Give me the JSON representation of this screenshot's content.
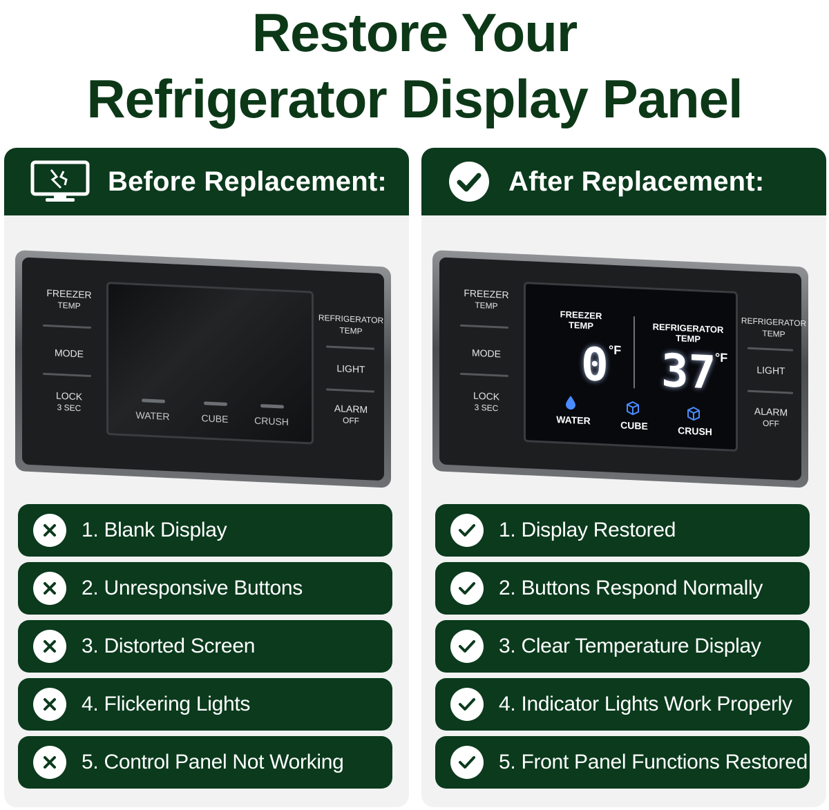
{
  "title": {
    "line1": "Restore Your",
    "line2": "Refrigerator Display Panel"
  },
  "before": {
    "heading": "Before Replacement:",
    "icon": "broken-monitor-icon",
    "panel": {
      "left_buttons": [
        {
          "label": "FREEZER",
          "sub": "TEMP"
        },
        {
          "label": "MODE",
          "sub": ""
        },
        {
          "label": "LOCK",
          "sub": "3 SEC"
        }
      ],
      "right_buttons": [
        {
          "label": "REFRIGERATOR",
          "sub": "TEMP"
        },
        {
          "label": "LIGHT",
          "sub": ""
        },
        {
          "label": "ALARM",
          "sub": "OFF"
        }
      ],
      "indicators": [
        "WATER",
        "CUBE",
        "CRUSH"
      ]
    },
    "items": [
      "1. Blank Display",
      "2. Unresponsive Buttons",
      "3. Distorted Screen",
      "4. Flickering Lights",
      "5. Control Panel Not Working"
    ],
    "item_icon": "x-icon"
  },
  "after": {
    "heading": "After Replacement:",
    "icon": "check-circle-icon",
    "panel": {
      "left_buttons": [
        {
          "label": "FREEZER",
          "sub": "TEMP"
        },
        {
          "label": "MODE",
          "sub": ""
        },
        {
          "label": "LOCK",
          "sub": "3 SEC"
        }
      ],
      "right_buttons": [
        {
          "label": "REFRIGERATOR",
          "sub": "TEMP"
        },
        {
          "label": "LIGHT",
          "sub": ""
        },
        {
          "label": "ALARM",
          "sub": "OFF"
        }
      ],
      "screen": {
        "freezer_label": "FREEZER",
        "freezer_sub": "TEMP",
        "freezer_value": "0",
        "fridge_label": "REFRIGERATOR",
        "fridge_sub": "TEMP",
        "fridge_value": "37",
        "unit": "°F"
      },
      "indicators": [
        "WATER",
        "CUBE",
        "CRUSH"
      ]
    },
    "items": [
      "1. Display Restored",
      "2. Buttons Respond Normally",
      "3. Clear Temperature Display",
      "4. Indicator Lights Work Properly",
      "5. Front Panel Functions Restored"
    ],
    "item_icon": "check-icon"
  },
  "colors": {
    "brand_green": "#0b3a1d",
    "title_green": "#0c3817",
    "column_bg": "#f2f2f2",
    "indicator_blue": "#4a8cff"
  }
}
